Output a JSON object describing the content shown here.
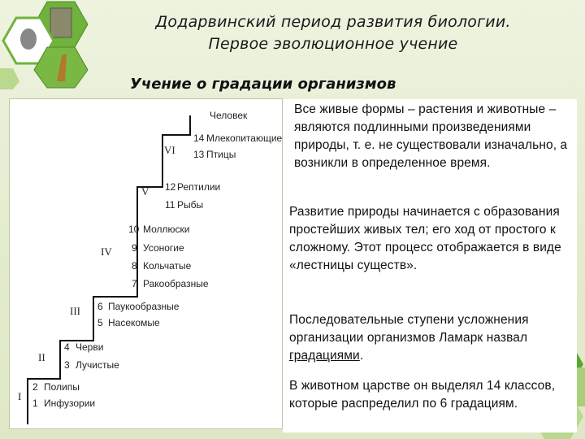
{
  "title": {
    "line1": "Додарвинский период развития биологии.",
    "line2": "Первое эволюционное учение"
  },
  "subtitle": "Учение о градации организмов",
  "ladder": {
    "top_label": "Человек",
    "steps": [
      {
        "roman": "I",
        "items": [
          {
            "num": "2",
            "label": "Полипы"
          },
          {
            "num": "1",
            "label": "Инфузории"
          }
        ]
      },
      {
        "roman": "II",
        "items": [
          {
            "num": "4",
            "label": "Черви"
          },
          {
            "num": "3",
            "label": "Лучистые"
          }
        ]
      },
      {
        "roman": "III",
        "items": [
          {
            "num": "6",
            "label": "Паукообразные"
          },
          {
            "num": "5",
            "label": "Насекомые"
          }
        ]
      },
      {
        "roman": "IV",
        "items": [
          {
            "num": "10",
            "label": "Моллюски"
          },
          {
            "num": "9",
            "label": "Усоногие"
          },
          {
            "num": "8",
            "label": "Кольчатые"
          },
          {
            "num": "7",
            "label": "Ракообразные"
          }
        ]
      },
      {
        "roman": "V",
        "items": [
          {
            "num": "12",
            "label": "Рептилии"
          },
          {
            "num": "11",
            "label": "Рыбы"
          }
        ]
      },
      {
        "roman": "VI",
        "items": [
          {
            "num": "14",
            "label": "Млекопитающие"
          },
          {
            "num": "13",
            "label": "Птицы"
          }
        ]
      }
    ]
  },
  "paragraphs": {
    "p1": "Все живые формы – растения и животные – являются подлинными произведениями природы, т. е. не существовали изначально, а возникли в определенное время.",
    "p2": "Развитие природы начинается с образования простейших живых тел; его ход от простого к сложному. Этот процесс отображается в виде «лестницы существ».",
    "p3_before": "Последовательные ступени усложнения организации организмов Ламарк назвал ",
    "p3_term": "градациями",
    "p3_after": ".",
    "p4": "В животном царстве он выделял 14 классов, которые распределил по 6 градациям."
  },
  "colors": {
    "hex_green": "#5aa62e",
    "hex_light": "#b9d98f",
    "background": "#e4ecd0"
  }
}
